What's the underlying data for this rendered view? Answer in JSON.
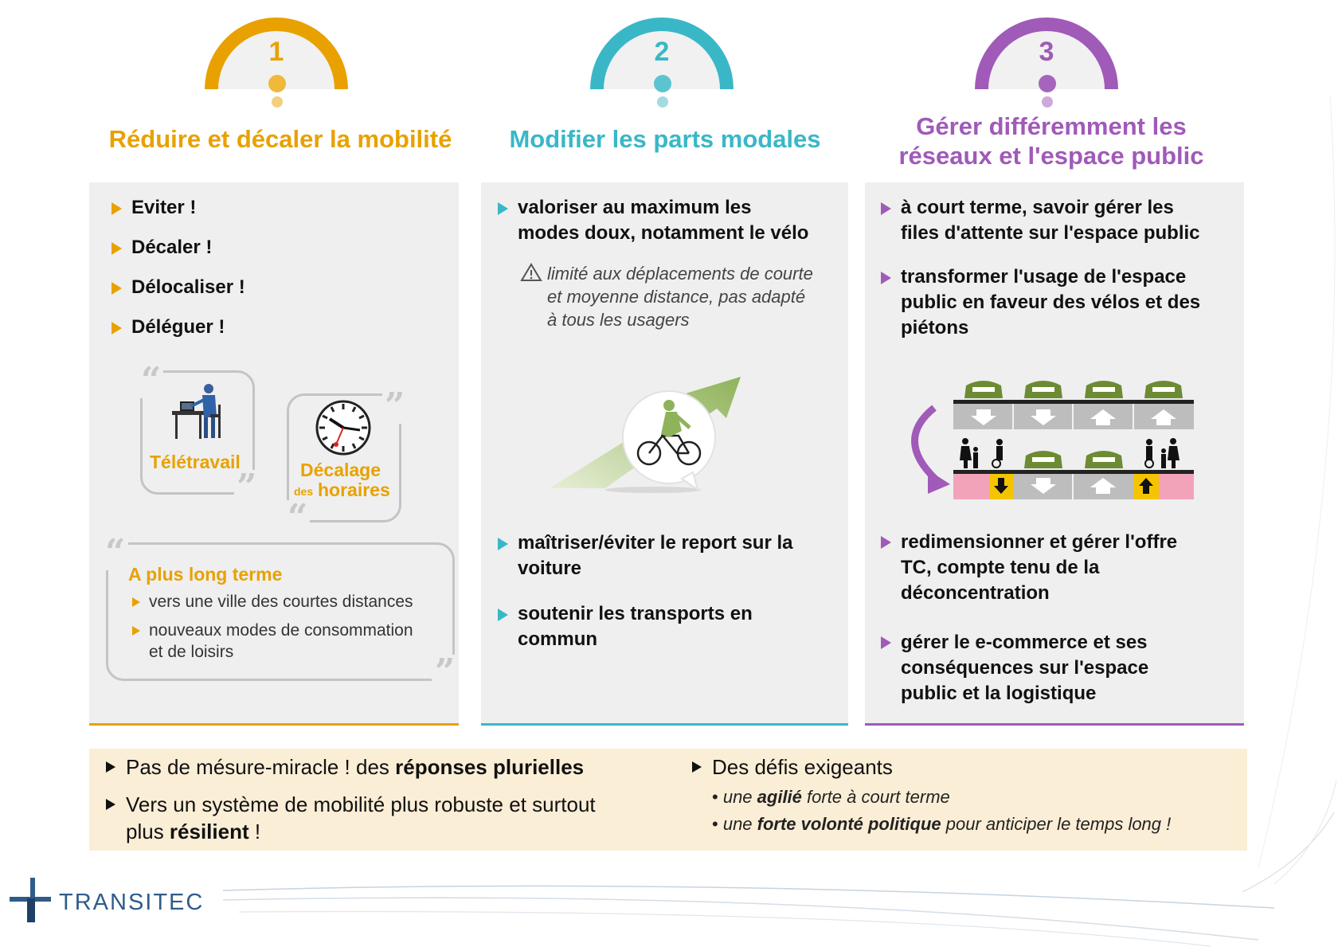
{
  "colors": {
    "orange": "#e8a100",
    "teal": "#3ab7c7",
    "purple": "#a05ab8",
    "panel_bg": "#efefef",
    "footer_bg": "#fbeed6",
    "road_green": "#6c8b33",
    "ped_pink": "#f2a3ba",
    "bike_yellow": "#f4c400"
  },
  "columns": [
    {
      "number": "1",
      "title": "Réduire et décaler la mobilité",
      "bullets": [
        "Eviter !",
        "Décaler !",
        "Délocaliser !",
        "Déléguer !"
      ],
      "card_teletravail": "Télétravail",
      "card_decalage_main": "Décalage",
      "card_decalage_small": "des",
      "card_decalage_word": "horaires",
      "long_term_title": "A plus long terme",
      "long_term_items": [
        "vers une ville des courtes distances",
        "nouveaux modes de consommation",
        "et de loisirs"
      ]
    },
    {
      "number": "2",
      "title": "Modifier les parts modales",
      "bullet1_line1": "valoriser au maximum les",
      "bullet1_line2": "modes doux, notamment le vélo",
      "warning_lines": [
        "limité aux déplacements de courte",
        "et moyenne distance, pas adapté",
        "à tous les usagers"
      ],
      "bullet2_line1": "maîtriser/éviter le report sur la",
      "bullet2_line2": "voiture",
      "bullet3_line1": "soutenir les transports en",
      "bullet3_line2": "commun"
    },
    {
      "number": "3",
      "title_line1": "Gérer différemment les",
      "title_line2": "réseaux et l'espace public",
      "b1": [
        "à court terme, savoir gérer les",
        "files d'attente sur l'espace public"
      ],
      "b2": [
        "transformer l'usage de l'espace",
        "public en faveur des vélos et des",
        "piétons"
      ],
      "b3": [
        "redimensionner et gérer l'offre",
        "TC, compte tenu de la",
        "déconcentration"
      ],
      "b4": [
        "gérer le e-commerce et ses",
        "conséquences sur l'espace",
        "public et la logistique"
      ]
    }
  ],
  "footer": {
    "left1_plain": "Pas de mésure-miracle ! des ",
    "left1_bold": "réponses plurielles",
    "left2_line1": "Vers un système de mobilité plus robuste et surtout",
    "left2_plain": "plus ",
    "left2_bold": "résilient",
    "left2_end": " !",
    "right_title": "Des défis exigeants",
    "right_item1_a": "une ",
    "right_item1_b": "agilié",
    "right_item1_c": " forte à court terme",
    "right_item2_a": "une ",
    "right_item2_b": "forte volonté politique",
    "right_item2_c": " pour anticiper le temps long !"
  },
  "logo": {
    "text": "TRANSITEC"
  },
  "icons": {
    "warning": "warning-triangle-icon",
    "clock": "clock-icon",
    "person_desk": "person-at-desk-icon",
    "cyclist": "cyclist-icon",
    "car": "car-icon",
    "pedestrian": "pedestrian-icon"
  }
}
